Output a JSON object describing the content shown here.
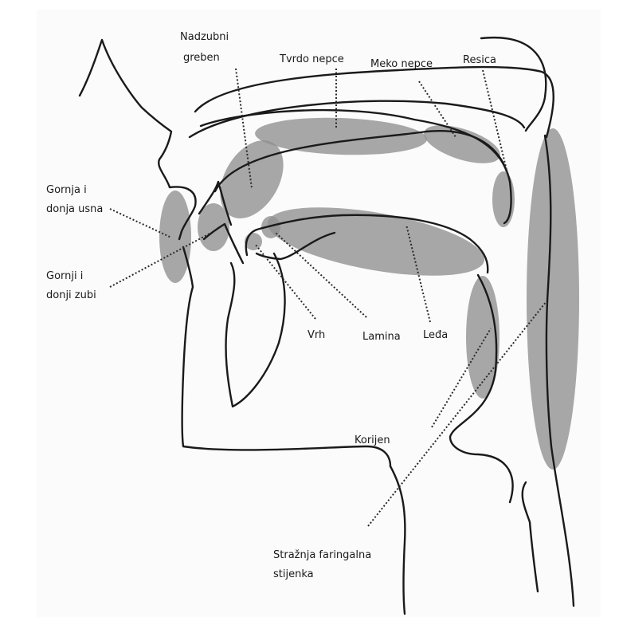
{
  "labels": {
    "alveolar_ridge_line1": "Nadzubni",
    "alveolar_ridge_line2": "greben",
    "hard_palate": "Tvrdo nepce",
    "soft_palate": "Meko nepce",
    "uvula": "Resica",
    "lips_line1": "Gornja i",
    "lips_line2": "donja usna",
    "teeth_line1": "Gornji i",
    "teeth_line2": "donji zubi",
    "tip": "Vrh",
    "blade": "Lamina",
    "back": "Leđa",
    "root": "Korijen",
    "pharynx_line1": "Stražnja faringalna",
    "pharynx_line2": "stijenka"
  },
  "colors": {
    "outline": "#1a1a1a",
    "region": "#8f8f8f",
    "background": "#ffffff"
  }
}
